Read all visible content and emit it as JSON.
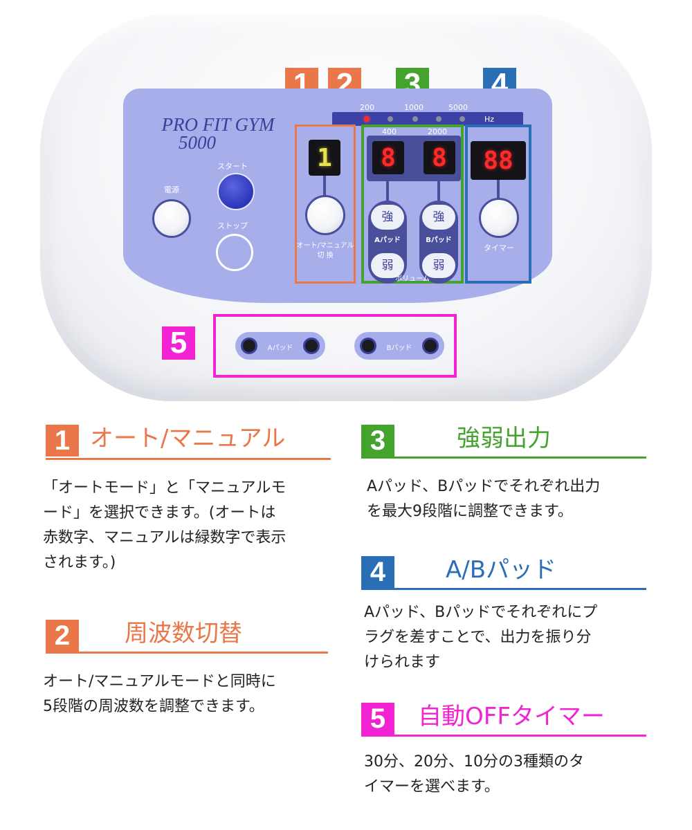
{
  "colors": {
    "orange": "#e9774a",
    "green": "#44a32d",
    "blue": "#2a6fb5",
    "magenta": "#f223d3",
    "panel": "#a7aeea",
    "panel_dark": "#4a4f9c"
  },
  "badges": [
    "1",
    "2",
    "3",
    "4",
    "5"
  ],
  "device": {
    "brand_line1": "PRO FIT GYM",
    "brand_line2": "5000",
    "power_label": "電源",
    "start_label": "スタート",
    "stop_label": "ストップ",
    "mode_label_1": "オート/マニュアル",
    "mode_label_2": "切 換",
    "mode_display": "1",
    "freq_top": [
      "200",
      "1000",
      "5000"
    ],
    "freq_unit": "Hz",
    "freq_bottom": [
      "400",
      "2000"
    ],
    "pad_a_display": "8",
    "pad_b_display": "8",
    "timer_display": "88",
    "strong_label": "強",
    "weak_label": "弱",
    "pad_a_label": "Aパッド",
    "pad_b_label": "Bパッド",
    "volume_label": "ボリューム",
    "timer_label": "タイマー",
    "jack_a_label": "Aパッド",
    "jack_b_label": "Bパッド"
  },
  "sections": {
    "s1": {
      "number": "1",
      "title": "オート/マニュアル",
      "lines": [
        "「オートモード」と「マニュアルモ",
        "ード」を選択できます。(オートは",
        "赤数字、マニュアルは緑数字で表示",
        "されます。)"
      ]
    },
    "s2": {
      "number": "2",
      "title": "周波数切替",
      "lines": [
        "オート/マニュアルモードと同時に",
        "5段階の周波数を調整できます。"
      ]
    },
    "s3": {
      "number": "3",
      "title": "強弱出力",
      "lines": [
        "Aパッド、Bパッドでそれぞれ出力",
        "を最大9段階に調整できます。"
      ]
    },
    "s4": {
      "number": "4",
      "title": "A/Bパッド",
      "lines": [
        "Aパッド、Bパッドでそれぞれにプ",
        "ラグを差すことで、出力を振り分",
        "けられます"
      ]
    },
    "s5": {
      "number": "5",
      "title": "自動OFFタイマー",
      "lines": [
        "30分、20分、10分の3種類のタ",
        "イマーを選べます。"
      ]
    }
  }
}
